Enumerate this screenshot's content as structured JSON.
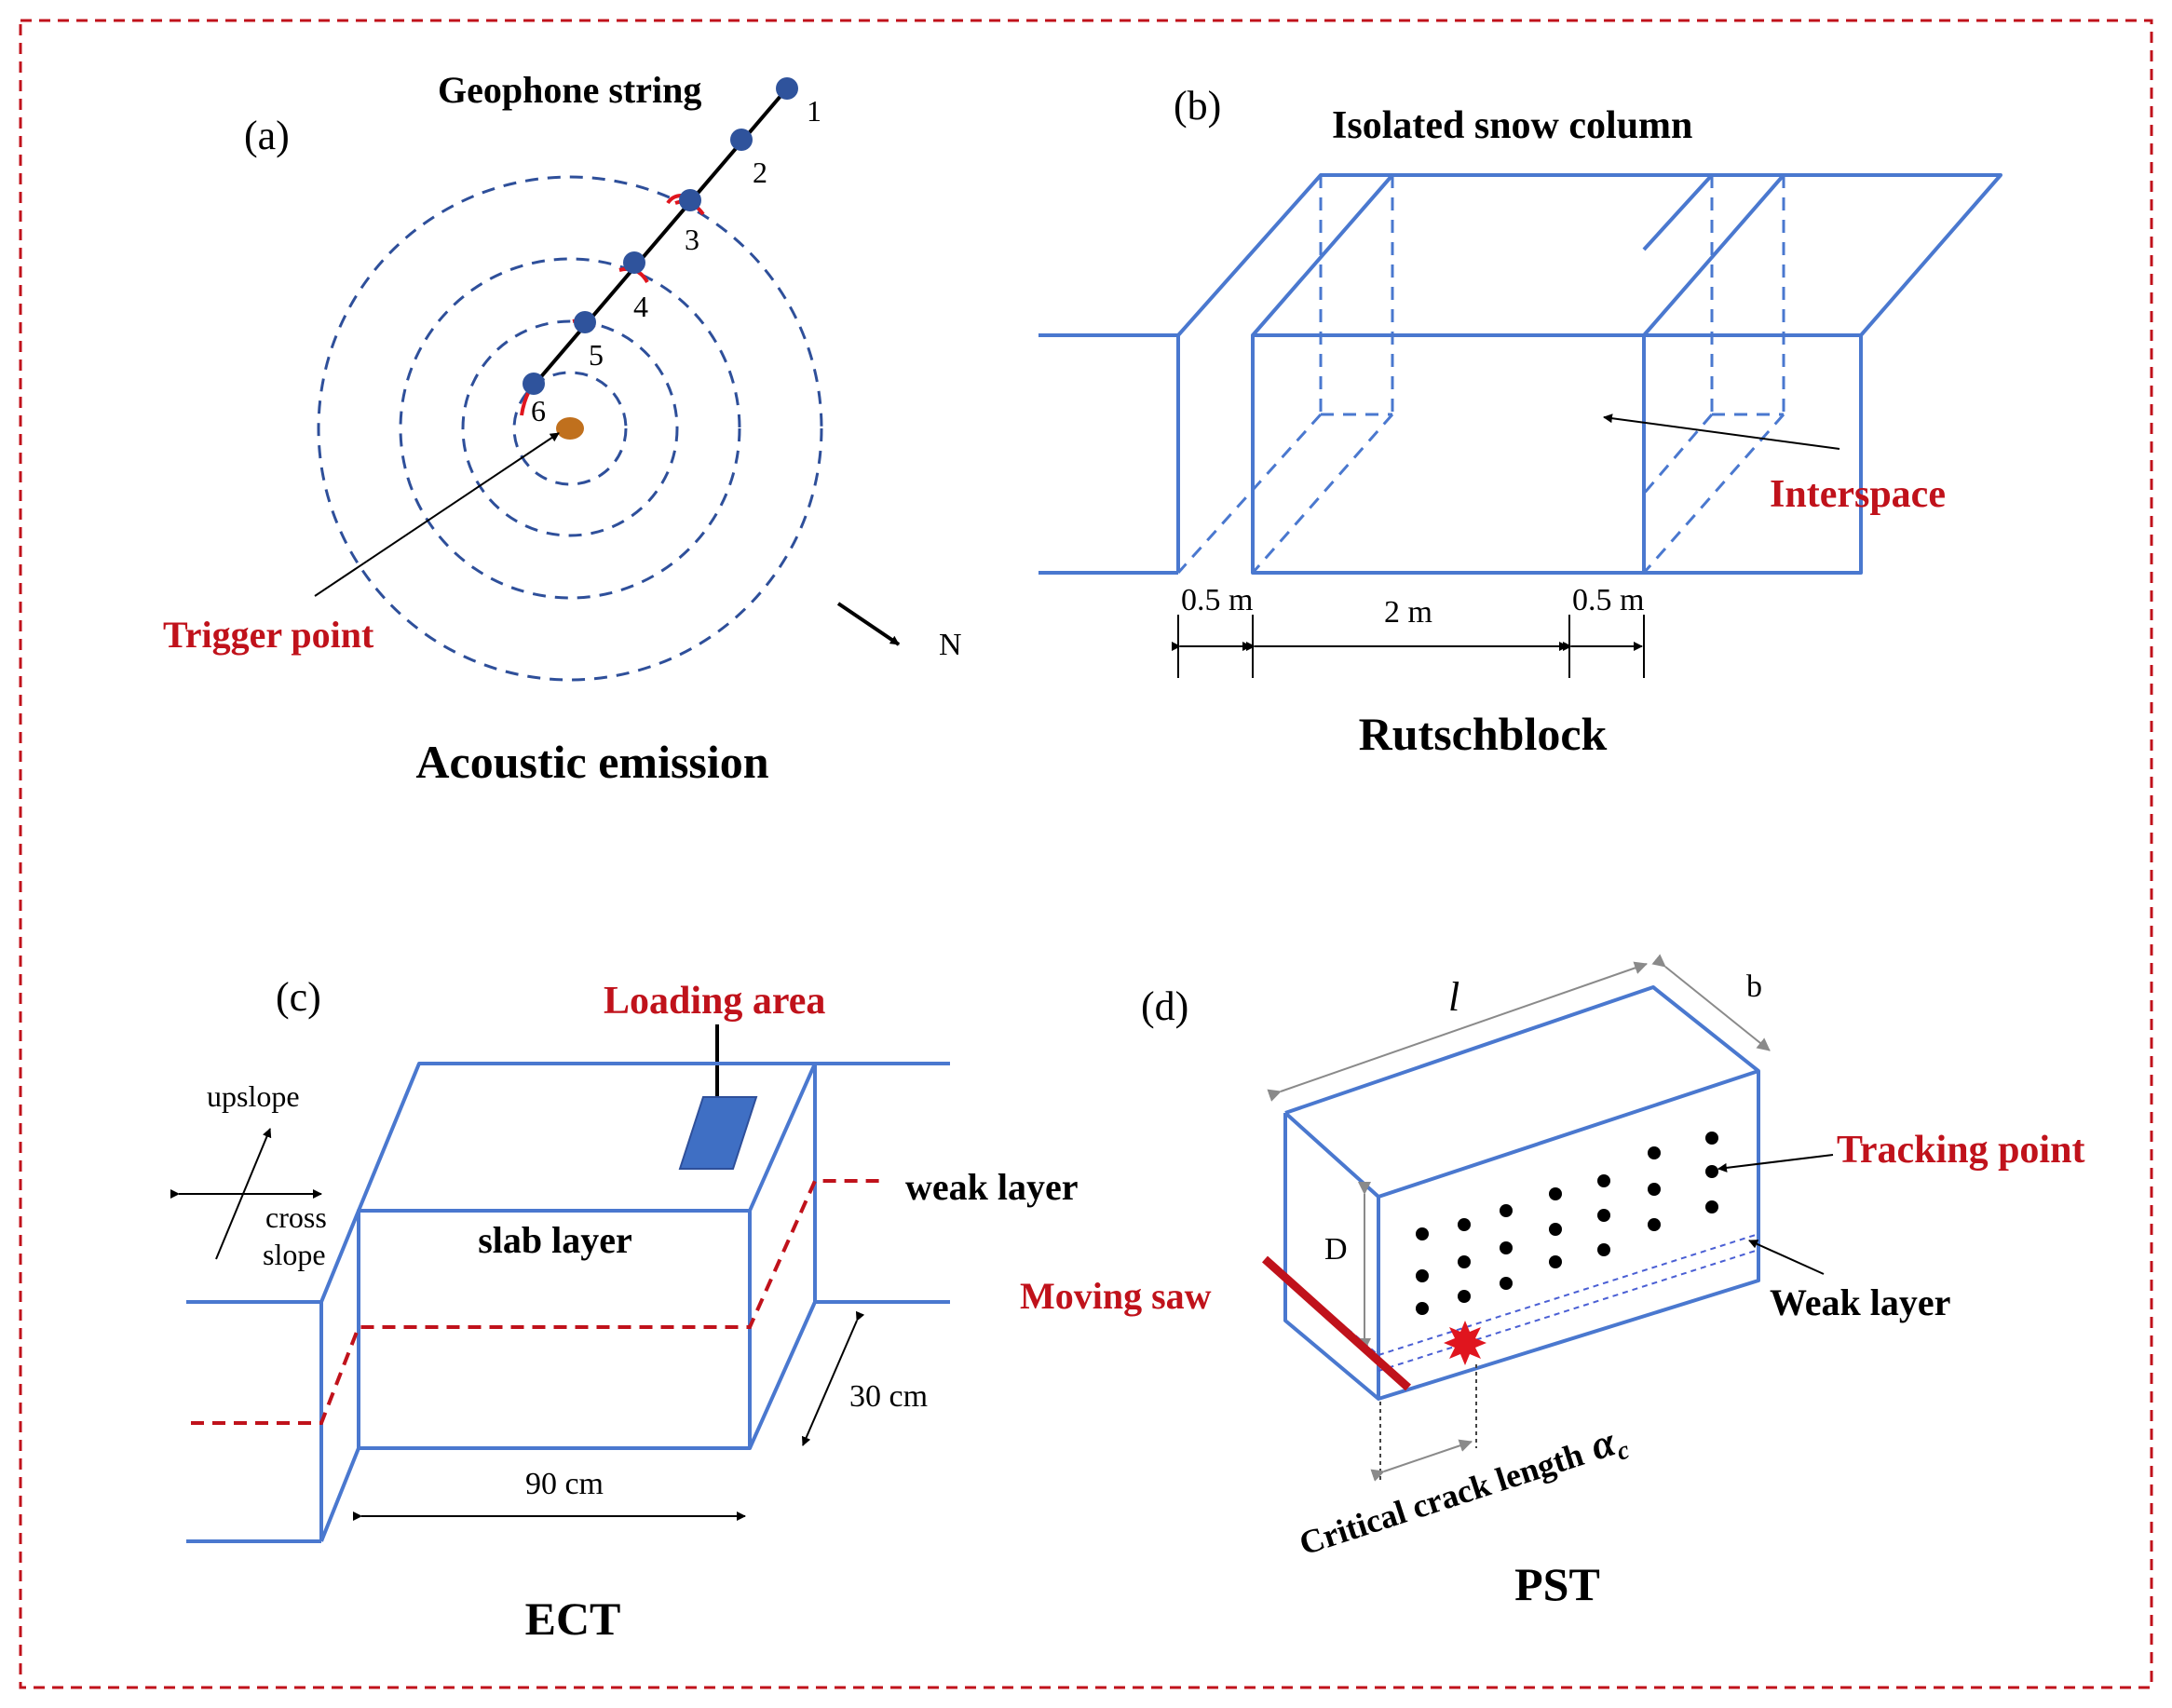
{
  "colors": {
    "frame": "#c0121b",
    "blue": "#4a78cf",
    "dashblue": "#2e4f9a",
    "dot": "#2f539c",
    "red": "#c0121b",
    "orange": "#c0701d",
    "black": "#000000",
    "gray": "#8a8a8a",
    "loadfill": "#3f6fc4"
  },
  "panel_a": {
    "tag": "(a)",
    "geophone_label": "Geophone string",
    "geophone_numbers": [
      "1",
      "2",
      "3",
      "4",
      "5",
      "6"
    ],
    "trigger_label": "Trigger point",
    "north_label": "N",
    "caption": "Acoustic emission"
  },
  "panel_b": {
    "tag": "(b)",
    "column_label": "Isolated snow column",
    "interspace_label": "Interspace",
    "dim_left": "0.5 m",
    "dim_middle": "2 m",
    "dim_right": "0.5 m",
    "caption": "Rutschblock"
  },
  "panel_c": {
    "tag": "(c)",
    "loading_label": "Loading area",
    "upslope_label": "upslope",
    "cross_label": "cross",
    "slope_label": "slope",
    "weak_label": "weak layer",
    "slab_label": "slab layer",
    "depth_label": "30 cm",
    "width_label": "90 cm",
    "caption": "ECT"
  },
  "panel_d": {
    "tag": "(d)",
    "length_label": "l",
    "breadth_label": "b",
    "depth_label": "D",
    "tracking_label": "Tracking point",
    "saw_label": "Moving saw",
    "weak_label": "Weak layer",
    "crack_label": "Critical crack length",
    "crack_symbol": "α",
    "crack_subscript": "c",
    "caption": "PST"
  }
}
